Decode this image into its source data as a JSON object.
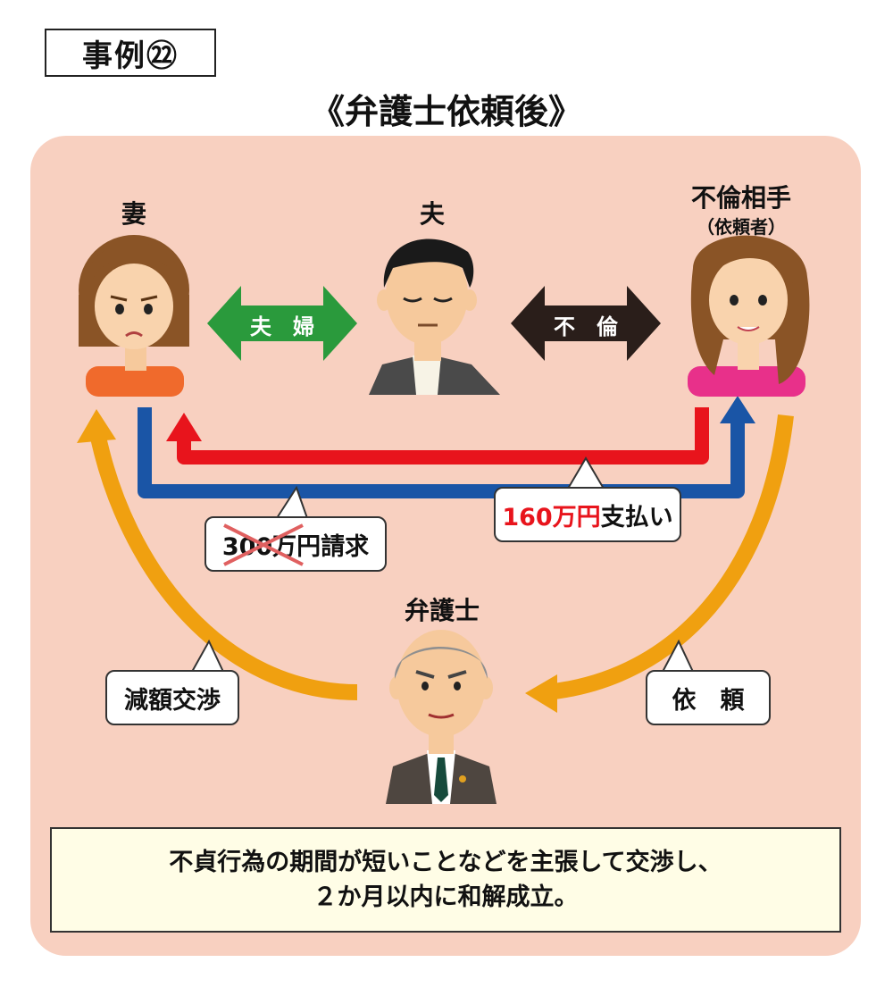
{
  "case_label": "事例㉒",
  "title": "《弁護士依頼後》",
  "people": {
    "wife": "妻",
    "husband": "夫",
    "affair_partner": "不倫相手",
    "affair_partner_sub": "（依頼者）",
    "lawyer": "弁護士"
  },
  "relations": {
    "couple": "夫　婦",
    "affair": "不　倫"
  },
  "callouts": {
    "claim_amount": "300万円",
    "claim_text": "請求",
    "payment_amount": "160万円",
    "payment_text": "支払い",
    "negotiation": "減額交渉",
    "request": "依　頼"
  },
  "summary": {
    "line1": "不貞行為の期間が短いことなどを主張して交渉し、",
    "line2": "２か月以内に和解成立。"
  },
  "colors": {
    "panel": "#f8d0c0",
    "couple_arrow": "#2a9a3c",
    "affair_arrow": "#2a1e1a",
    "payment_arrow": "#e8141c",
    "claim_arrow": "#1a55a6",
    "lawyer_arrows": "#f0a010"
  }
}
